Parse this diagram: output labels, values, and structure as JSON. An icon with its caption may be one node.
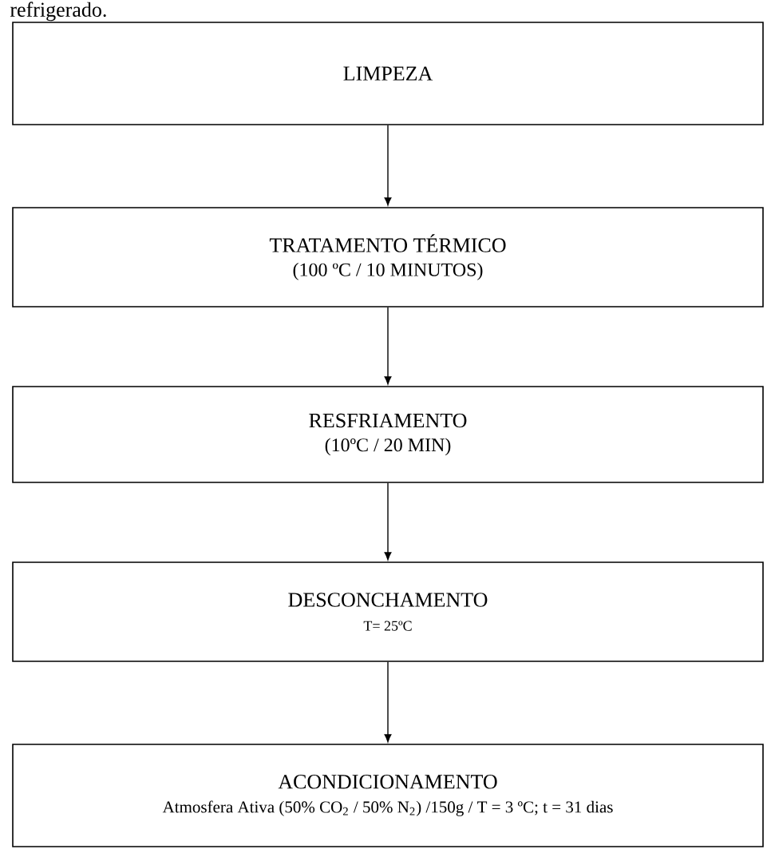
{
  "diagram": {
    "nodes": [
      {
        "text": [
          "LIMPEZA"
        ]
      },
      {
        "text": [
          "TRATAMENTO TÉRMICO",
          "(100 ºC / 10 MINUTOS)"
        ]
      },
      {
        "text": [
          "RESFRIAMENTO",
          "(10ºC / 20 MIN)"
        ]
      },
      {
        "text": [
          "DESCONCHAMENTO",
          "T= 25ºC"
        ]
      },
      {
        "text": [
          "ACONDICIONAMENTO",
          "Atmosfera Ativa (50% CO$_{2}$ / 50% N$_{2}$) /150g / T = 3 ºC; t = 31 dias"
        ]
      }
    ],
    "edges": [
      {
        "from": 0,
        "to": 1,
        "arrow": "to"
      },
      {
        "from": 1,
        "to": 2,
        "arrow": "to"
      },
      {
        "from": 2,
        "to": 3,
        "arrow": "to"
      },
      {
        "from": 3,
        "to": 4,
        "arrow": "to"
      }
    ],
    "labels": [
      "refrigerado."
    ]
  }
}
